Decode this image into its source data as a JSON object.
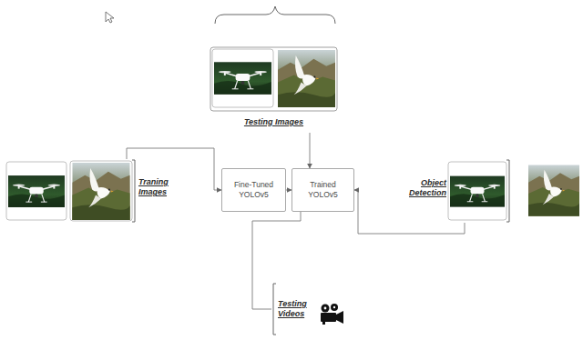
{
  "diagram": {
    "nodes": [
      {
        "text": [
          "Testing Images"
        ]
      },
      {
        "text": [
          "Traning Images"
        ]
      },
      {
        "text": [
          "Fine-Tuned YOLOv5"
        ]
      },
      {
        "text": [
          "Trained YOLOv5"
        ]
      },
      {
        "text": [
          "Object Detection"
        ]
      },
      {
        "text": [
          "Testing Videos"
        ]
      }
    ],
    "edges": [
      {
        "from": 1,
        "to": 2,
        "arrow": "to"
      },
      {
        "from": 2,
        "to": 3,
        "arrow": "to"
      },
      {
        "from": 0,
        "to": 3,
        "arrow": "to"
      },
      {
        "from": 4,
        "to": 3,
        "arrow": "to"
      },
      {
        "from": 3,
        "to": 5,
        "arrow": "none"
      }
    ]
  }
}
